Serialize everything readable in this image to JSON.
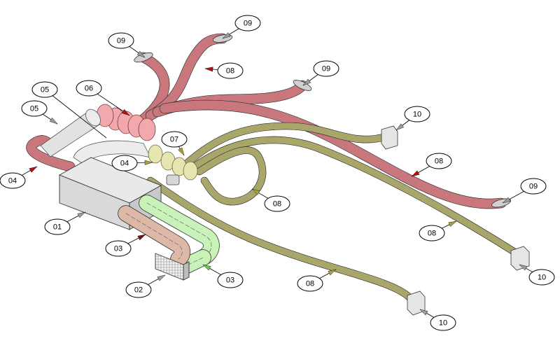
{
  "colors": {
    "pink": "#f2a9ad",
    "pink_dark": "#c9777c",
    "khaki": "#e8e6b0",
    "khaki_dark": "#a9a66a",
    "gray": "#e2e2e2",
    "green": "#c8f2b8",
    "tan": "#ddb8a6",
    "arrow_red": "#b80f0f",
    "arrow_khaki": "#a9a23a",
    "arrow_green": "#5fcf3d",
    "arrow_gray": "#9a9a9a",
    "arrow_brown": "#7a1414"
  },
  "callouts": [
    {
      "id": "c-09-a",
      "label": "09"
    },
    {
      "id": "c-09-b",
      "label": "09"
    },
    {
      "id": "c-09-c",
      "label": "09"
    },
    {
      "id": "c-09-d",
      "label": "09"
    },
    {
      "id": "c-08-a",
      "label": "08"
    },
    {
      "id": "c-08-b",
      "label": "08"
    },
    {
      "id": "c-08-c",
      "label": "08"
    },
    {
      "id": "c-08-d",
      "label": "08"
    },
    {
      "id": "c-08-e",
      "label": "08"
    },
    {
      "id": "c-10-a",
      "label": "10"
    },
    {
      "id": "c-10-b",
      "label": "10"
    },
    {
      "id": "c-10-c",
      "label": "10"
    },
    {
      "id": "c-07",
      "label": "07"
    },
    {
      "id": "c-06",
      "label": "06"
    },
    {
      "id": "c-05-a",
      "label": "05"
    },
    {
      "id": "c-05-b",
      "label": "05"
    },
    {
      "id": "c-04-a",
      "label": "04"
    },
    {
      "id": "c-04-b",
      "label": "04"
    },
    {
      "id": "c-03-a",
      "label": "03"
    },
    {
      "id": "c-03-b",
      "label": "03"
    },
    {
      "id": "c-02",
      "label": "02"
    },
    {
      "id": "c-01",
      "label": "01"
    }
  ]
}
